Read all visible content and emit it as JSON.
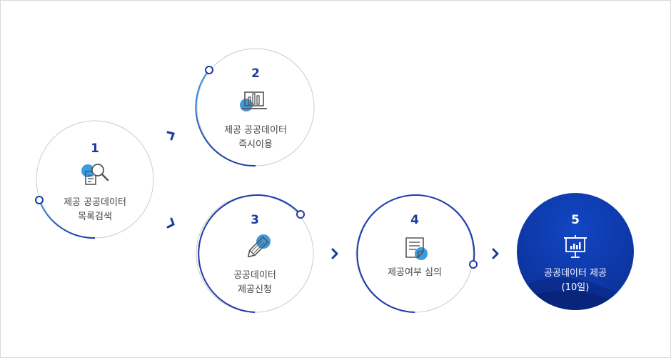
{
  "steps": [
    {
      "number": "1",
      "icon": "document-search-icon",
      "label_lines": [
        "제공 공공데이터",
        "목록검색"
      ]
    },
    {
      "number": "2",
      "icon": "laptop-chart-icon",
      "label_lines": [
        "제공 공공데이터",
        "즉시이용"
      ]
    },
    {
      "number": "3",
      "icon": "pencil-icon",
      "label_lines": [
        "공공데이터",
        "제공신청"
      ]
    },
    {
      "number": "4",
      "icon": "document-review-icon",
      "label_lines": [
        "제공여부 심의"
      ]
    },
    {
      "number": "5",
      "icon": "presentation-chart-icon",
      "label_lines": [
        "공공데이터 제공",
        "(10일)"
      ]
    }
  ],
  "colors": {
    "accent_blue": "#1a3a9f",
    "light_blue": "#3a9be0",
    "final_fill": "#0d3aa8",
    "ring_gray": "#cccccc"
  }
}
